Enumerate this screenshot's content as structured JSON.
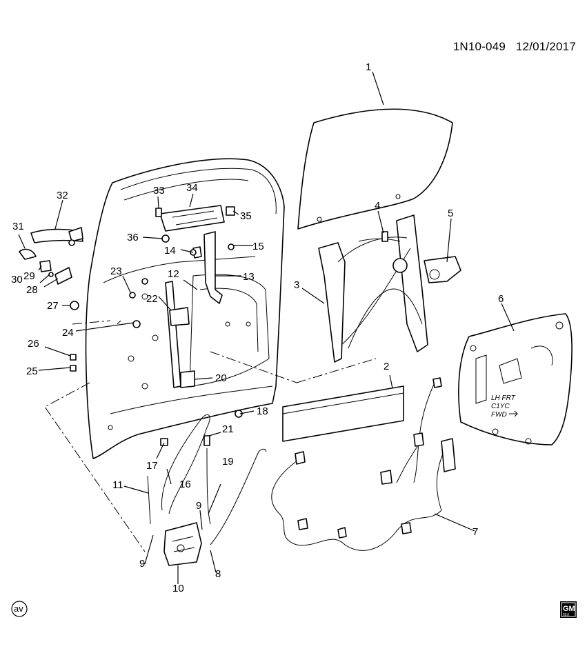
{
  "header": {
    "diagram_code": "1N10-049",
    "date": "12/01/2017"
  },
  "decal": {
    "line1": "LH FRT",
    "line2": "C1YC",
    "line3": "FWD"
  },
  "corner_mark": "av",
  "logo": {
    "text": "GM",
    "sub": "6ΣΛ"
  },
  "callouts": {
    "c1": "1",
    "c2": "2",
    "c3": "3",
    "c4": "4",
    "c5": "5",
    "c6": "6",
    "c7": "7",
    "c8": "8",
    "c9a": "9",
    "c9b": "9",
    "c10": "10",
    "c11": "11",
    "c12": "12",
    "c13": "13",
    "c14": "14",
    "c15": "15",
    "c16": "16",
    "c17": "17",
    "c18": "18",
    "c19": "19",
    "c20": "20",
    "c21": "21",
    "c22": "22",
    "c23": "23",
    "c24": "24",
    "c25": "25",
    "c26": "26",
    "c27": "27",
    "c28": "28",
    "c29": "29",
    "c30": "30",
    "c31": "31",
    "c32": "32",
    "c33": "33",
    "c34": "34",
    "c35": "35",
    "c36": "36"
  },
  "icons": [
    "window-glass",
    "door-sealing-strip",
    "window-regulator",
    "regulator-bolt",
    "window-motor",
    "water-deflector",
    "wiring-harness",
    "door-latch",
    "outside-handle",
    "door-frame",
    "gm-logo"
  ]
}
